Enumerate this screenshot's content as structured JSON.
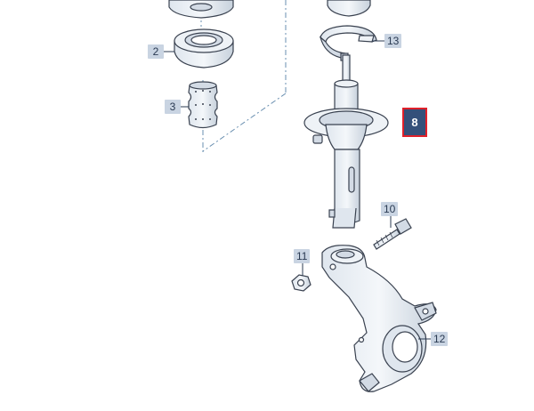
{
  "callouts": {
    "n2": "2",
    "n3": "3",
    "n8": "8",
    "n10": "10",
    "n11": "11",
    "n12": "12",
    "n13": "13"
  },
  "colors": {
    "part_fill": "#e9eef4",
    "part_shade": "#d3dbe5",
    "outline": "#3a4250",
    "leader_dash": "#6a8fb0",
    "callout_bg": "#c9d4e2",
    "callout_selected_bg": "#34507a",
    "callout_selected_border": "#e0202a"
  }
}
